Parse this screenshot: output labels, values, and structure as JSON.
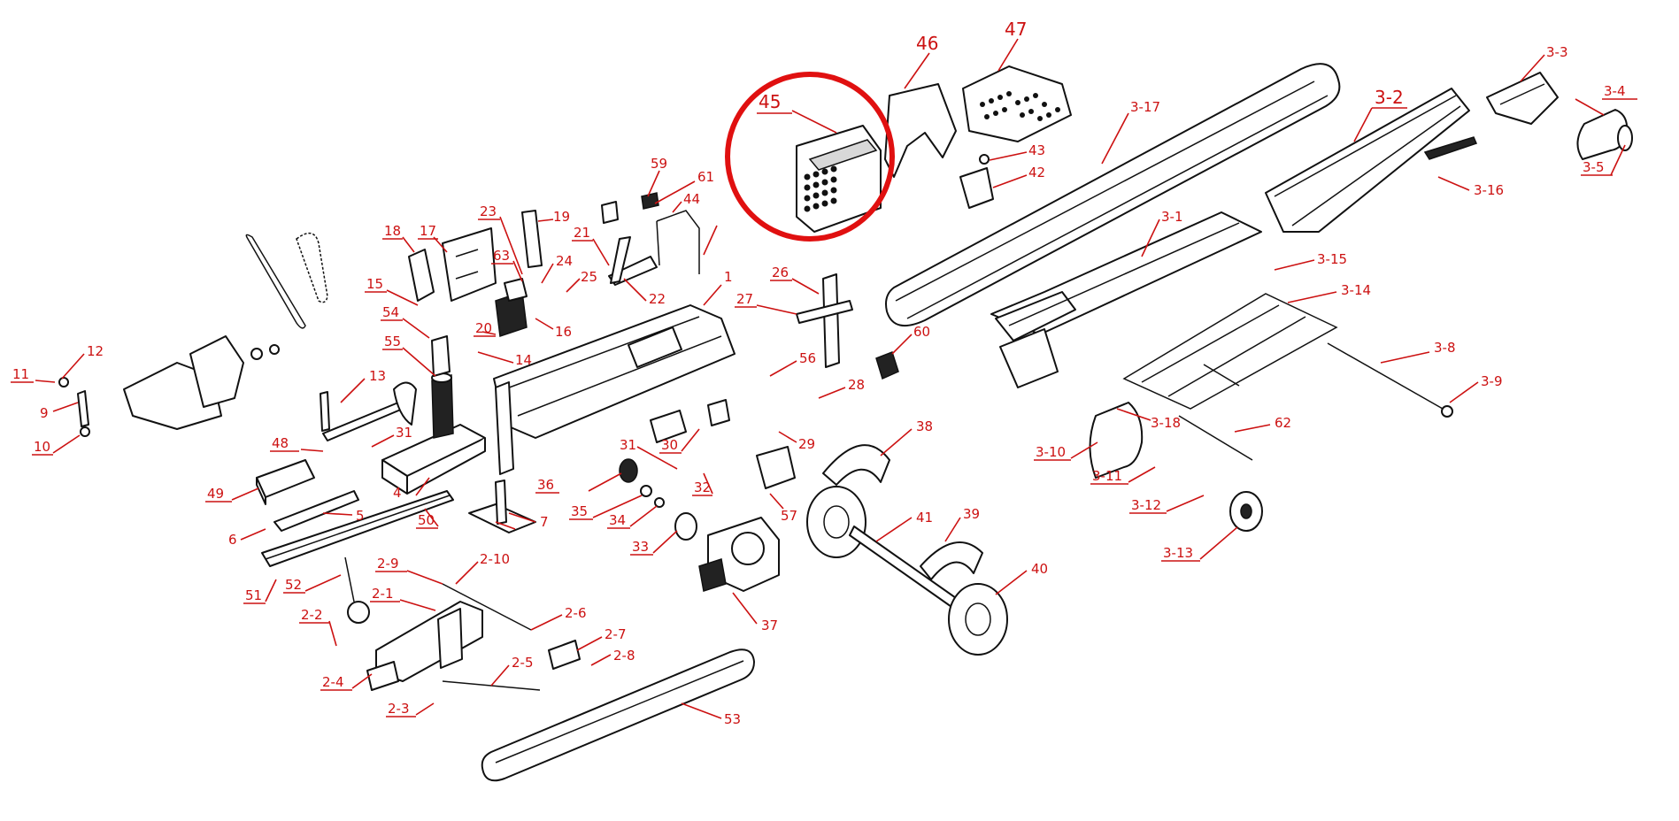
{
  "diagram": {
    "type": "exploded-parts-diagram",
    "colors": {
      "line_art": "#111111",
      "callouts": "#cc1111",
      "highlight": "#e01010",
      "background": "#ffffff"
    },
    "highlighted_part": "45",
    "callouts": [
      {
        "id": "1",
        "label": "1"
      },
      {
        "id": "4",
        "label": "4"
      },
      {
        "id": "5",
        "label": "5"
      },
      {
        "id": "6",
        "label": "6"
      },
      {
        "id": "7",
        "label": "7"
      },
      {
        "id": "9",
        "label": "9"
      },
      {
        "id": "10",
        "label": "10"
      },
      {
        "id": "11",
        "label": "11"
      },
      {
        "id": "12",
        "label": "12"
      },
      {
        "id": "13",
        "label": "13"
      },
      {
        "id": "14",
        "label": "14"
      },
      {
        "id": "15",
        "label": "15"
      },
      {
        "id": "16",
        "label": "16"
      },
      {
        "id": "17",
        "label": "17"
      },
      {
        "id": "18",
        "label": "18"
      },
      {
        "id": "19",
        "label": "19"
      },
      {
        "id": "20",
        "label": "20"
      },
      {
        "id": "21",
        "label": "21"
      },
      {
        "id": "22",
        "label": "22"
      },
      {
        "id": "23",
        "label": "23"
      },
      {
        "id": "24",
        "label": "24"
      },
      {
        "id": "25",
        "label": "25"
      },
      {
        "id": "26",
        "label": "26"
      },
      {
        "id": "27",
        "label": "27"
      },
      {
        "id": "28",
        "label": "28"
      },
      {
        "id": "29",
        "label": "29"
      },
      {
        "id": "30",
        "label": "30"
      },
      {
        "id": "31a",
        "label": "31"
      },
      {
        "id": "31b",
        "label": "31"
      },
      {
        "id": "32",
        "label": "32"
      },
      {
        "id": "33",
        "label": "33"
      },
      {
        "id": "34",
        "label": "34"
      },
      {
        "id": "35",
        "label": "35"
      },
      {
        "id": "36",
        "label": "36"
      },
      {
        "id": "37",
        "label": "37"
      },
      {
        "id": "38",
        "label": "38"
      },
      {
        "id": "39",
        "label": "39"
      },
      {
        "id": "40",
        "label": "40"
      },
      {
        "id": "41",
        "label": "41"
      },
      {
        "id": "42",
        "label": "42"
      },
      {
        "id": "43",
        "label": "43"
      },
      {
        "id": "44",
        "label": "44"
      },
      {
        "id": "45",
        "label": "45"
      },
      {
        "id": "46",
        "label": "46"
      },
      {
        "id": "47",
        "label": "47"
      },
      {
        "id": "48",
        "label": "48"
      },
      {
        "id": "49",
        "label": "49"
      },
      {
        "id": "50",
        "label": "50"
      },
      {
        "id": "51",
        "label": "51"
      },
      {
        "id": "52",
        "label": "52"
      },
      {
        "id": "53",
        "label": "53"
      },
      {
        "id": "54",
        "label": "54"
      },
      {
        "id": "55",
        "label": "55"
      },
      {
        "id": "56",
        "label": "56"
      },
      {
        "id": "57",
        "label": "57"
      },
      {
        "id": "59",
        "label": "59"
      },
      {
        "id": "60",
        "label": "60"
      },
      {
        "id": "61",
        "label": "61"
      },
      {
        "id": "62",
        "label": "62"
      },
      {
        "id": "63",
        "label": "63"
      },
      {
        "id": "2-1",
        "label": "2-1"
      },
      {
        "id": "2-2",
        "label": "2-2"
      },
      {
        "id": "2-3",
        "label": "2-3"
      },
      {
        "id": "2-4",
        "label": "2-4"
      },
      {
        "id": "2-5",
        "label": "2-5"
      },
      {
        "id": "2-6",
        "label": "2-6"
      },
      {
        "id": "2-7",
        "label": "2-7"
      },
      {
        "id": "2-8",
        "label": "2-8"
      },
      {
        "id": "2-9",
        "label": "2-9"
      },
      {
        "id": "2-10",
        "label": "2-10"
      },
      {
        "id": "3-1",
        "label": "3-1"
      },
      {
        "id": "3-2",
        "label": "3-2"
      },
      {
        "id": "3-3",
        "label": "3-3"
      },
      {
        "id": "3-4",
        "label": "3-4"
      },
      {
        "id": "3-5",
        "label": "3-5"
      },
      {
        "id": "3-8",
        "label": "3-8"
      },
      {
        "id": "3-9",
        "label": "3-9"
      },
      {
        "id": "3-10",
        "label": "3-10"
      },
      {
        "id": "3-11",
        "label": "3-11"
      },
      {
        "id": "3-12",
        "label": "3-12"
      },
      {
        "id": "3-13",
        "label": "3-13"
      },
      {
        "id": "3-14",
        "label": "3-14"
      },
      {
        "id": "3-15",
        "label": "3-15"
      },
      {
        "id": "3-16",
        "label": "3-16"
      },
      {
        "id": "3-17",
        "label": "3-17"
      },
      {
        "id": "3-18",
        "label": "3-18"
      }
    ]
  }
}
